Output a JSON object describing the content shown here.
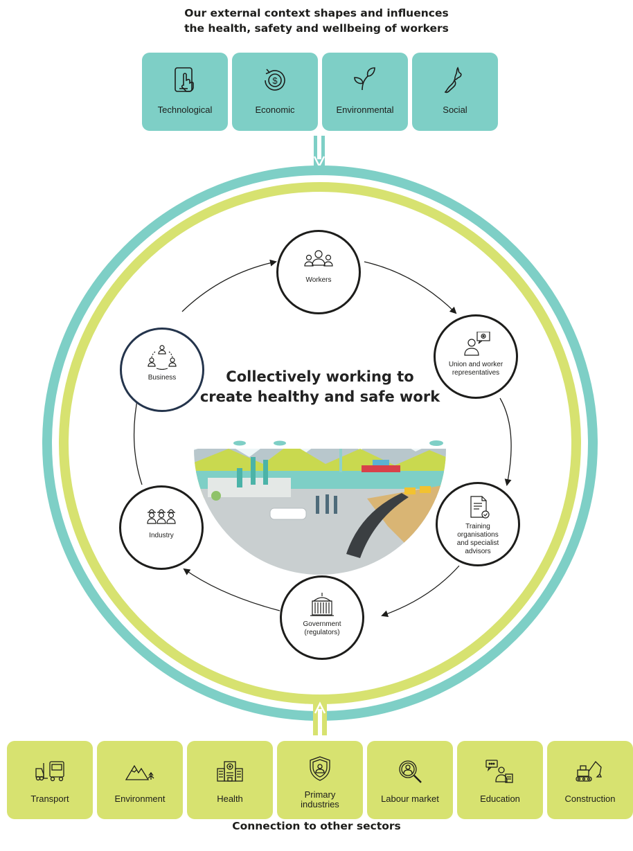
{
  "top_heading": {
    "line1": "Our external context shapes and influences",
    "line2": "the health, safety and wellbeing of workers"
  },
  "external_context": [
    {
      "label": "Technological",
      "icon": "touch-tablet-icon"
    },
    {
      "label": "Economic",
      "icon": "dollar-cycle-icon"
    },
    {
      "label": "Environmental",
      "icon": "sprout-icon"
    },
    {
      "label": "Social",
      "icon": "new-zealand-map-icon"
    }
  ],
  "center": {
    "line1": "Collectively working to",
    "line2": "create healthy and safe work"
  },
  "cycle_nodes": {
    "workers": {
      "label": "Workers",
      "icon": "workers-group-icon"
    },
    "union": {
      "line1": "Union and worker",
      "line2": "representatives",
      "icon": "worker-speech-gear-icon"
    },
    "training": {
      "line1": "Training",
      "line2": "organisations",
      "line3": "and specialist",
      "line4": "advisors",
      "icon": "certificate-document-icon"
    },
    "government": {
      "line1": "Government",
      "line2": "(regulators)",
      "icon": "beehive-building-icon"
    },
    "industry": {
      "label": "Industry",
      "icon": "hardhat-workers-icon"
    },
    "business": {
      "label": "Business",
      "icon": "network-people-icon"
    }
  },
  "sectors": [
    {
      "label": "Transport",
      "icon": "forklift-truck-icon"
    },
    {
      "label": "Environment",
      "icon": "mountains-icon"
    },
    {
      "label": "Health",
      "icon": "hospital-icon"
    },
    {
      "line1": "Primary",
      "line2": "industries",
      "icon": "shield-person-icon"
    },
    {
      "label": "Labour market",
      "icon": "magnifier-person-icon"
    },
    {
      "label": "Education",
      "icon": "teacher-icon"
    },
    {
      "label": "Construction",
      "icon": "excavator-icon"
    }
  ],
  "bottom_heading": "Connection to other sectors",
  "colors": {
    "teal": "#7ecfc6",
    "lime": "#d7e270",
    "dark": "#1d1d1b",
    "navy": "#24344c"
  }
}
